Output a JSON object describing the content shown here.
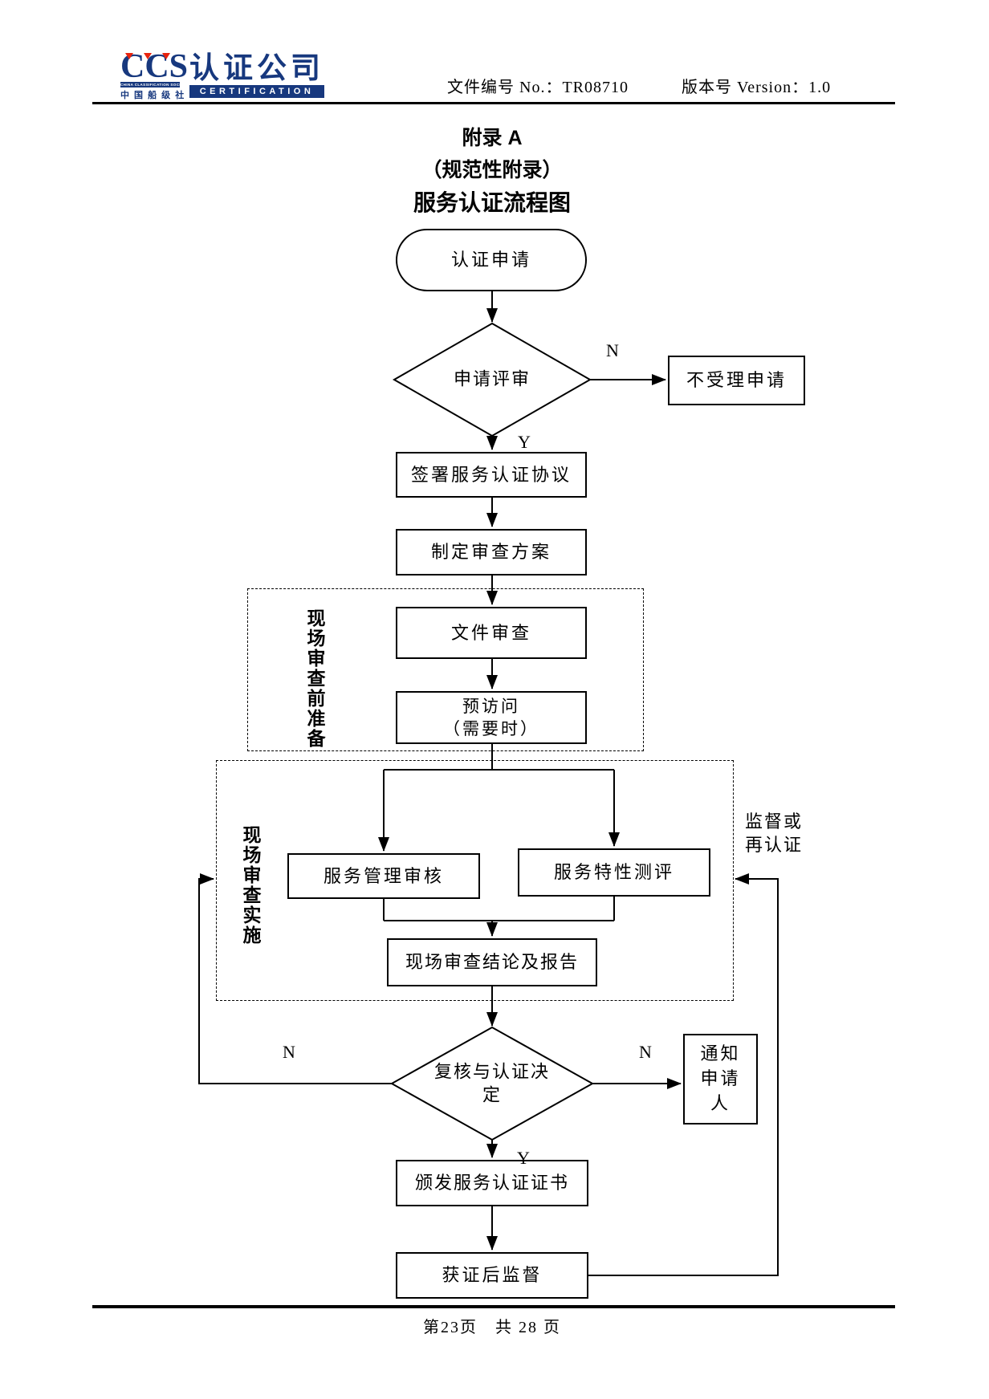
{
  "colors": {
    "navy": "#17387e",
    "red": "#e8230e"
  },
  "header": {
    "logo": {
      "ccs": "CCS",
      "society_en": "CHINA CLASSIFICATION SOCIETY",
      "society_cn": "中 国 船 级 社",
      "company": "认证公司",
      "certification": "CERTIFICATION"
    },
    "doc_no": "文件编号 No.：TR08710",
    "version": "版本号 Version：1.0"
  },
  "title": {
    "line1": "附录 A",
    "line2": "（规范性附录）",
    "line3": "服务认证流程图"
  },
  "flowchart": {
    "nodes": {
      "start": "认证申请",
      "review": "申请评审",
      "reject": "不受理申请",
      "sign": "签署服务认证协议",
      "plan": "制定审查方案",
      "stage1_label": "现场审查前准备",
      "doc_review": "文件审查",
      "previsit_line1": "预访问",
      "previsit_line2": "（需要时）",
      "stage2_label": "现场审查实施",
      "mgmt_audit": "服务管理审核",
      "feature_eval": "服务特性测评",
      "conclusion": "现场审查结论及报告",
      "decision_line1": "复核与认证决",
      "decision_line2": "定",
      "notify_line1": "通知",
      "notify_line2": "申请",
      "notify_line3": "人",
      "issue": "颁发服务认证证书",
      "post_supervision": "获证后监督",
      "supervise_line1": "监督或",
      "supervise_line2": "再认证"
    },
    "branch_labels": {
      "n1": "N",
      "y1": "Y",
      "n2_left": "N",
      "n2_right": "N",
      "y2": "Y"
    }
  },
  "footer": {
    "page_info": "第23页　共 28 页"
  }
}
